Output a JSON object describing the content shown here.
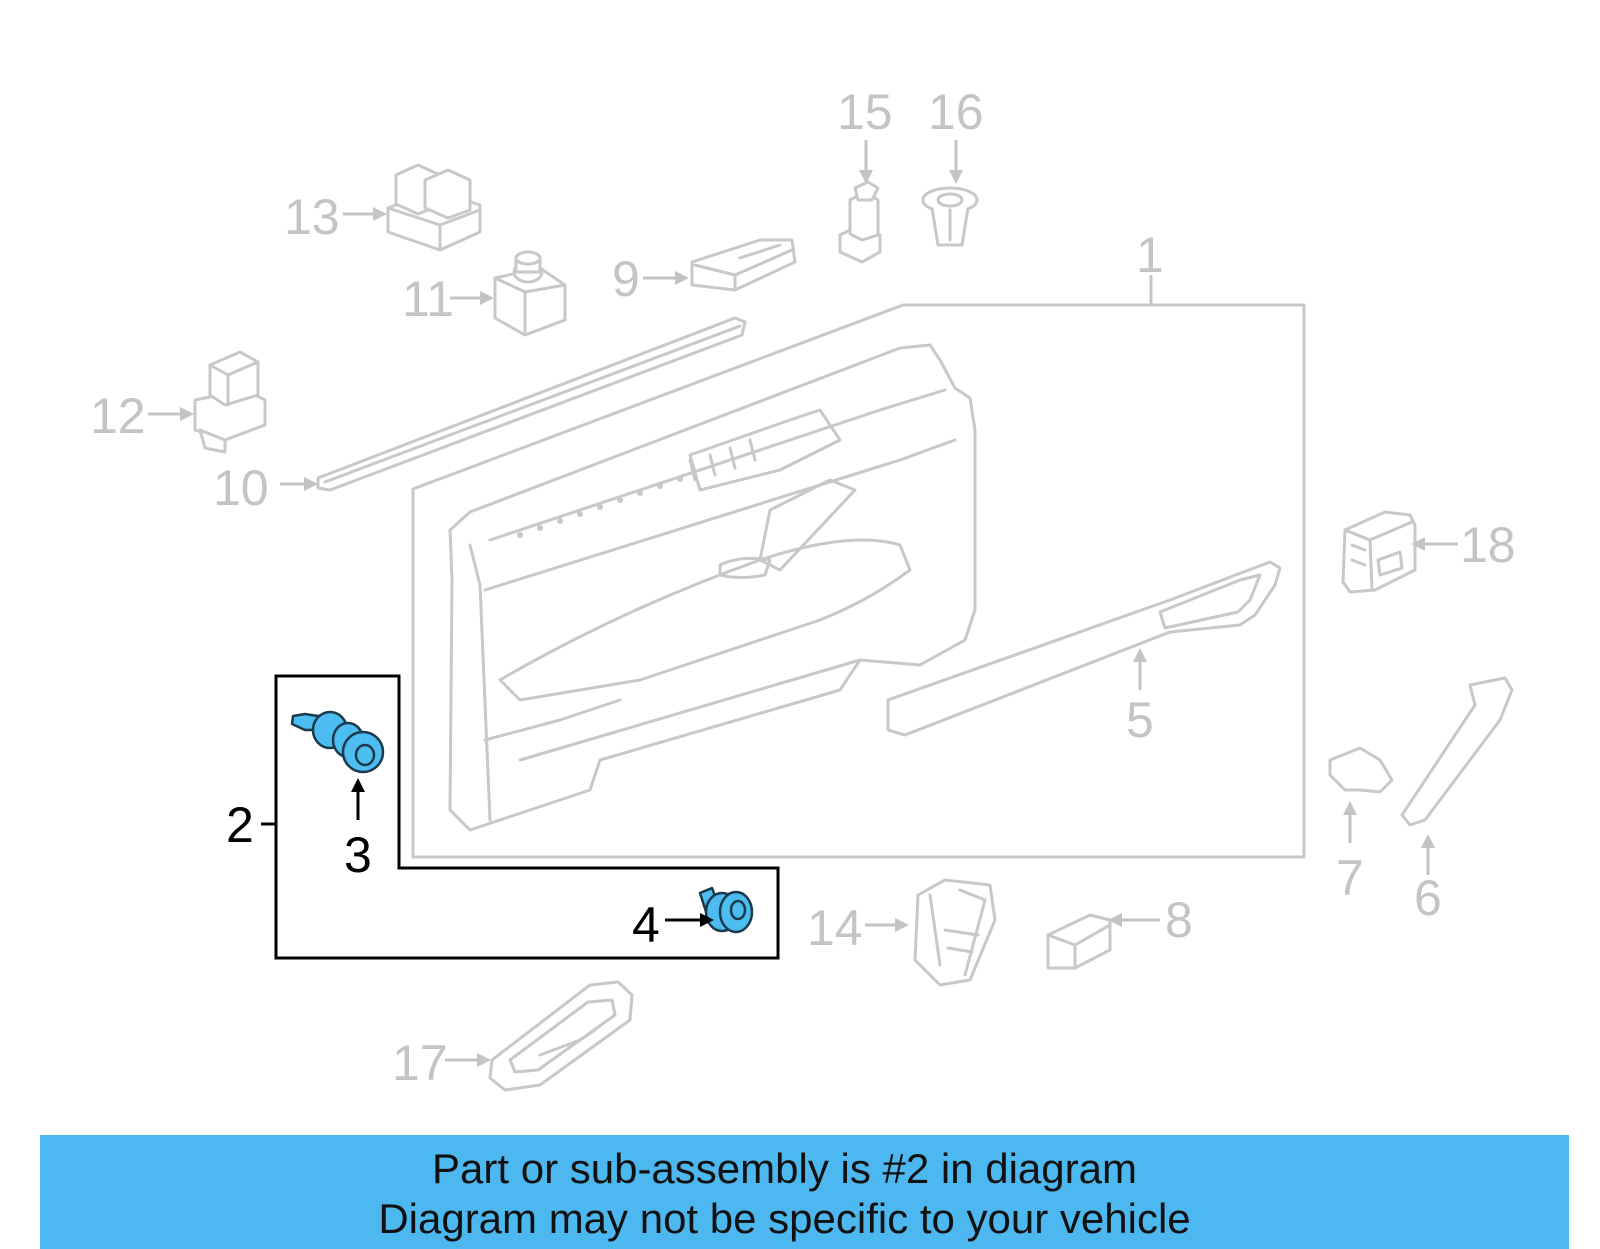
{
  "diagram": {
    "highlighted_part": "2",
    "colors": {
      "highlight": "#4dbcf0",
      "banner": "#4db8f0",
      "faded": "#c4c4c4",
      "active_text": "#000000"
    },
    "callouts": [
      {
        "id": "1",
        "label": "1",
        "active": false
      },
      {
        "id": "2",
        "label": "2",
        "active": true
      },
      {
        "id": "3",
        "label": "3",
        "active": true
      },
      {
        "id": "4",
        "label": "4",
        "active": true
      },
      {
        "id": "5",
        "label": "5",
        "active": false
      },
      {
        "id": "6",
        "label": "6",
        "active": false
      },
      {
        "id": "7",
        "label": "7",
        "active": false
      },
      {
        "id": "8",
        "label": "8",
        "active": false
      },
      {
        "id": "9",
        "label": "9",
        "active": false
      },
      {
        "id": "10",
        "label": "10",
        "active": false
      },
      {
        "id": "11",
        "label": "11",
        "active": false
      },
      {
        "id": "12",
        "label": "12",
        "active": false
      },
      {
        "id": "13",
        "label": "13",
        "active": false
      },
      {
        "id": "14",
        "label": "14",
        "active": false
      },
      {
        "id": "15",
        "label": "15",
        "active": false
      },
      {
        "id": "16",
        "label": "16",
        "active": false
      },
      {
        "id": "17",
        "label": "17",
        "active": false
      },
      {
        "id": "18",
        "label": "18",
        "active": false
      }
    ]
  },
  "banner": {
    "line1": "Part or sub-assembly is #2 in diagram",
    "line2": "Diagram may not be specific to your vehicle"
  }
}
